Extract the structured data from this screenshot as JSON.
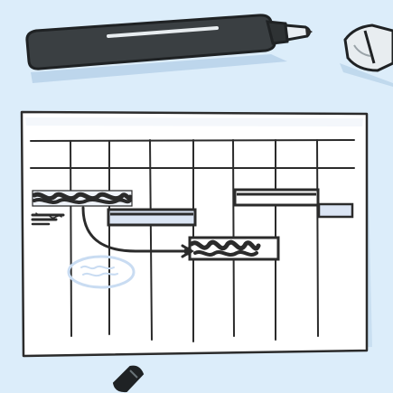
{
  "colors": {
    "background": "#dcedfa",
    "paper": "#ffffff",
    "ink": "#2b2b2b",
    "marker_body": "#3a3f42",
    "marker_highlight": "#e8edf0",
    "bar_fill": "#dbe5f4",
    "scribble_fill": "#f0f4fa",
    "faint_ellipse": "#c9dcf2"
  },
  "scene": {
    "objects": [
      "marker-pen",
      "marker-cap",
      "whiteboard-sheet",
      "cap-tip-bottom"
    ]
  }
}
